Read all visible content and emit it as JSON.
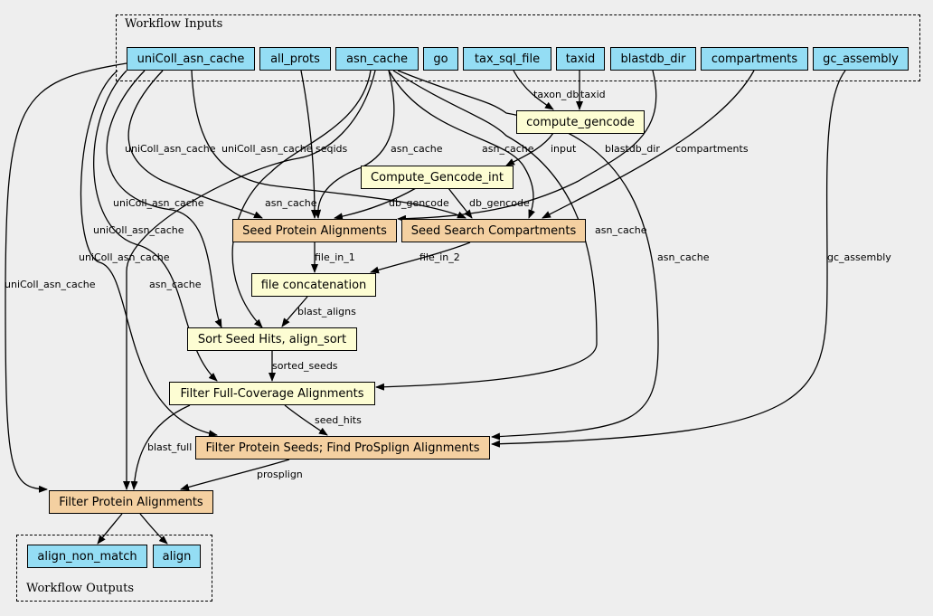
{
  "clusters": {
    "inputs_title": "Workflow Inputs",
    "outputs_title": "Workflow Outputs"
  },
  "inputs": {
    "unicoll": "uniColl_asn_cache",
    "all_prots": "all_prots",
    "asn_cache": "asn_cache",
    "go": "go",
    "tax_sql_file": "tax_sql_file",
    "taxid": "taxid",
    "blastdb_dir": "blastdb_dir",
    "compartments": "compartments",
    "gc_assembly": "gc_assembly"
  },
  "steps": {
    "compute_gencode": "compute_gencode",
    "compute_gencode_int": "Compute_Gencode_int",
    "seed_protein": "Seed Protein Alignments",
    "seed_search": "Seed Search Compartments",
    "file_concat": "file concatenation",
    "sort_seed": "Sort Seed Hits, align_sort",
    "filter_full": "Filter Full-Coverage Alignments",
    "filter_seeds": "Filter Protein Seeds; Find ProSplign Alignments",
    "filter_protein": "Filter Protein Alignments"
  },
  "outputs": {
    "align_non_match": "align_non_match",
    "align": "align"
  },
  "edge_labels": {
    "taxon_db": "taxon_db",
    "taxid": "taxid",
    "input": "input",
    "blastdb_dir": "blastdb_dir",
    "compartments": "compartments",
    "unicoll_1": "uniColl_asn_cache",
    "unicoll_2": "uniColl_asn_cache",
    "seqids": "seqids",
    "asn_cache_1": "asn_cache",
    "asn_cache_2": "asn_cache",
    "unicoll_3": "uniColl_asn_cache",
    "asn_cache_3": "asn_cache",
    "db_gencode_1": "db_gencode",
    "db_gencode_2": "db_gencode",
    "unicoll_4": "uniColl_asn_cache",
    "asn_cache_4": "asn_cache",
    "unicoll_5": "uniColl_asn_cache",
    "file_in_1": "file_in_1",
    "file_in_2": "file_in_2",
    "asn_cache_5": "asn_cache",
    "gc_assembly": "gc_assembly",
    "unicoll_6": "uniColl_asn_cache",
    "asn_cache_6": "asn_cache",
    "blast_aligns": "blast_aligns",
    "sorted_seeds": "sorted_seeds",
    "seed_hits": "seed_hits",
    "blast_full": "blast_full",
    "prospligon": "prosplign"
  }
}
